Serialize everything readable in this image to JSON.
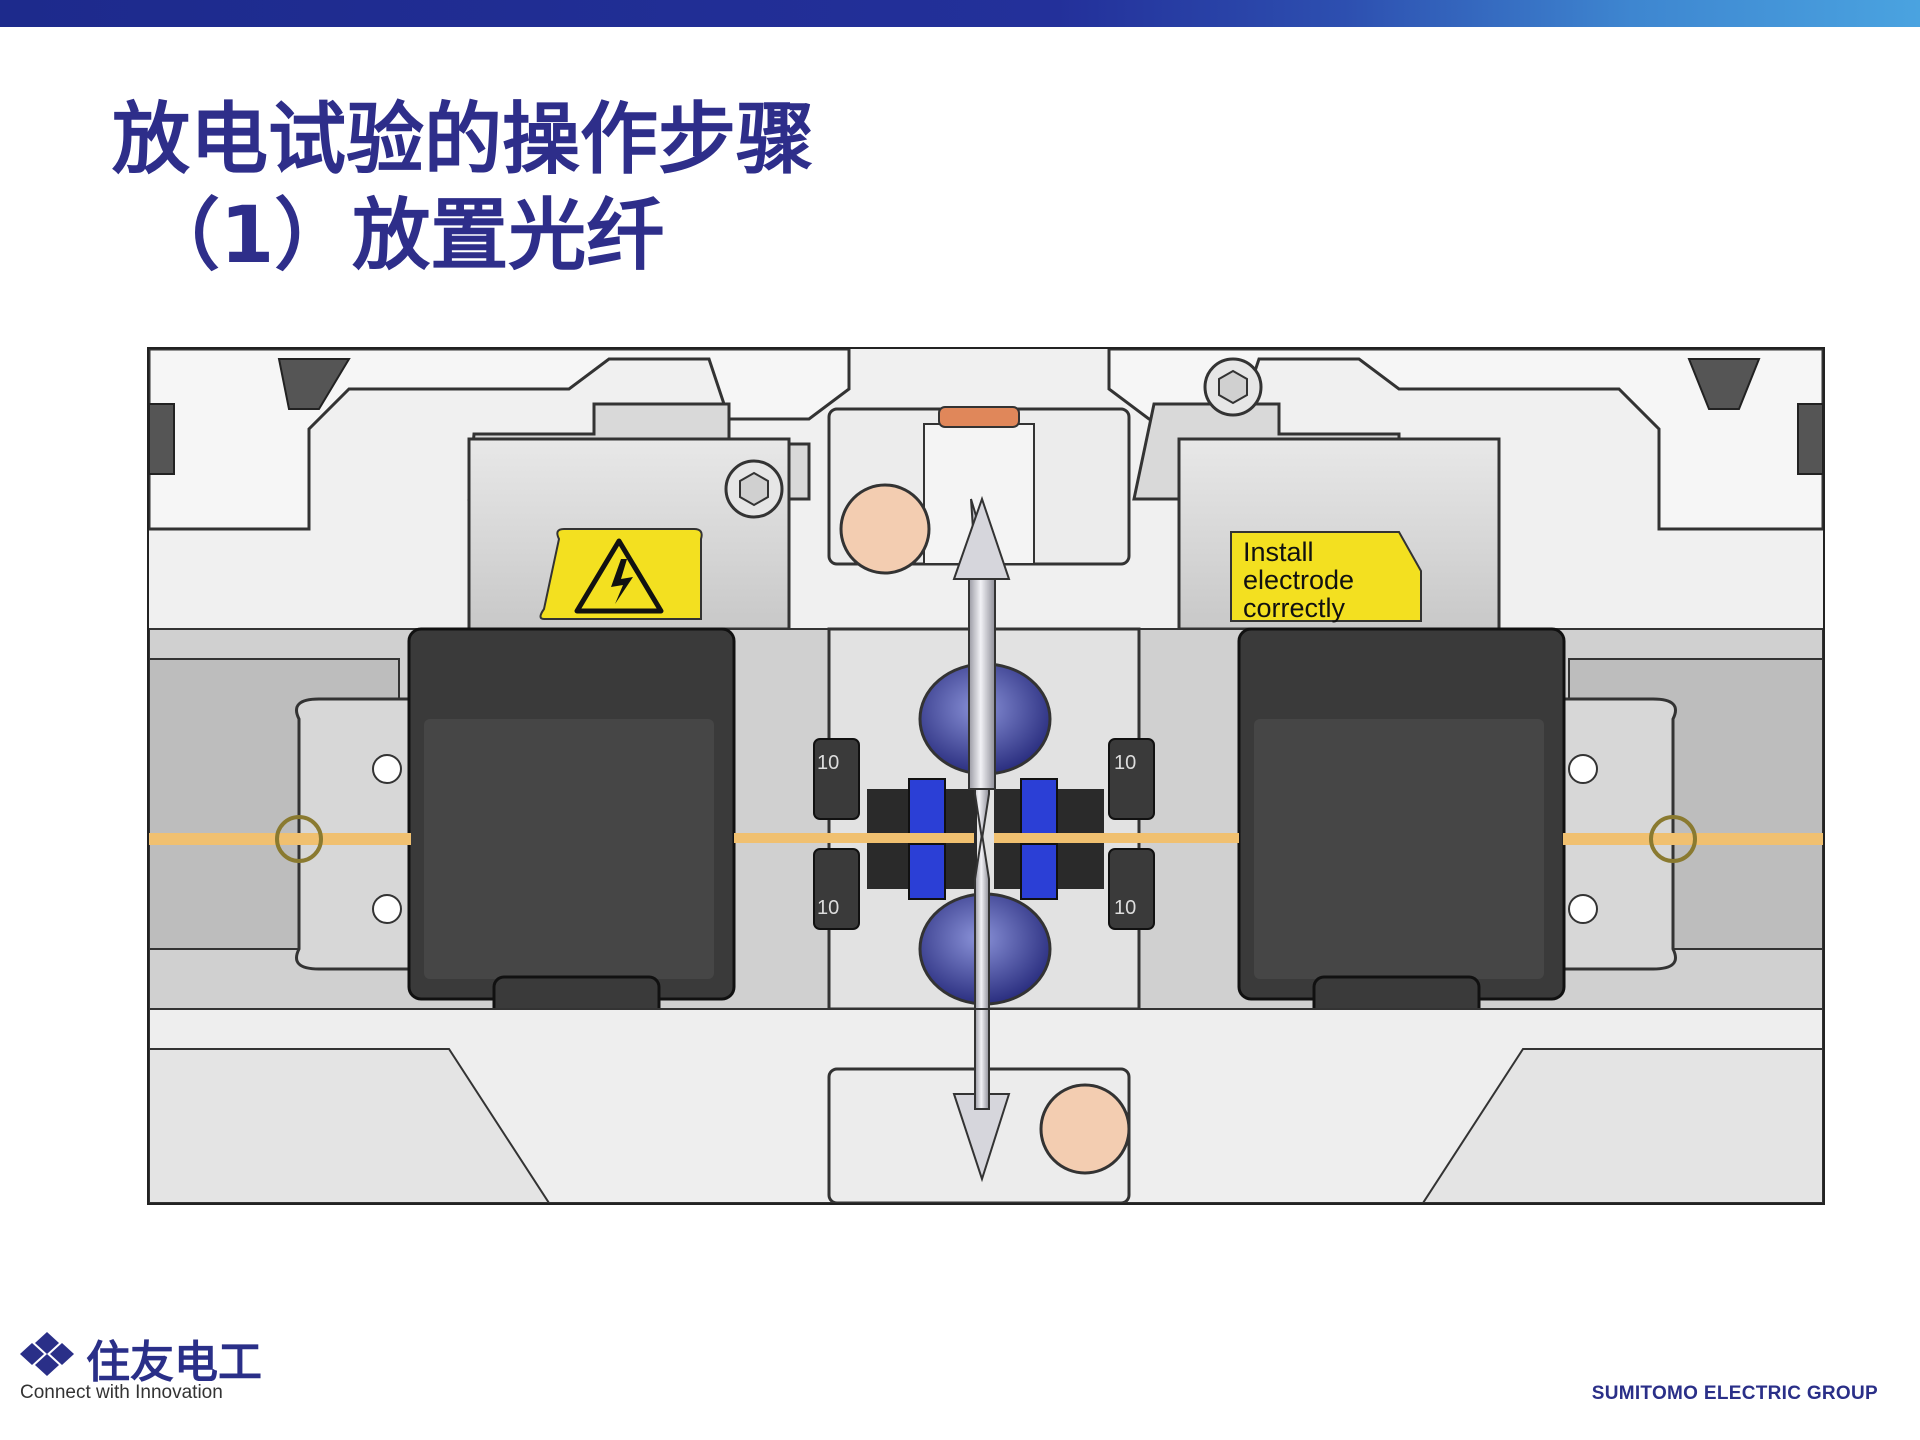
{
  "header": {
    "accent_colors": [
      "#1d2a8c",
      "#4aa3e0"
    ]
  },
  "slide": {
    "title_line1": "放电试验的操作步骤",
    "title_line2": "（1）放置光纤",
    "title_color": "#2e2e8a"
  },
  "figure": {
    "install_label_1": "Install",
    "install_label_2": "electrode",
    "install_label_3": "correctly",
    "clamp_label_left_top": "10",
    "clamp_label_left_bottom": "10",
    "clamp_label_right_top": "10",
    "clamp_label_right_bottom": "10",
    "icons": [
      "high-voltage-warning-icon",
      "hex-screw-icon"
    ],
    "colors": {
      "warning_yellow": "#f3e020",
      "fiber": "#f0c070",
      "v_groove": "#2b3fd6",
      "electrode": "#cfcfd6",
      "lamp": "#f3cdb1"
    }
  },
  "footer": {
    "logo_cn": "住友电工",
    "tagline": "Connect with Innovation",
    "group": "SUMITOMO ELECTRIC GROUP"
  }
}
